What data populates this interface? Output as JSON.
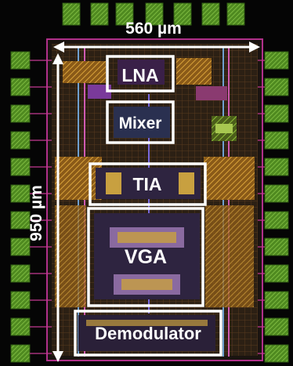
{
  "dimensions": {
    "width_label": "560 µm",
    "height_label": "950 µm"
  },
  "blocks": [
    {
      "id": "lna",
      "label": "LNA"
    },
    {
      "id": "mixer",
      "label": "Mixer"
    },
    {
      "id": "tia",
      "label": "TIA"
    },
    {
      "id": "vga",
      "label": "VGA"
    },
    {
      "id": "demodulator",
      "label": "Demodulator"
    }
  ],
  "colors": {
    "pad_green": "#6fae2d",
    "metal_orange": "#c8902a",
    "metal_magenta": "#b0308a",
    "box_outline": "#ffffff",
    "background": "#050505"
  }
}
